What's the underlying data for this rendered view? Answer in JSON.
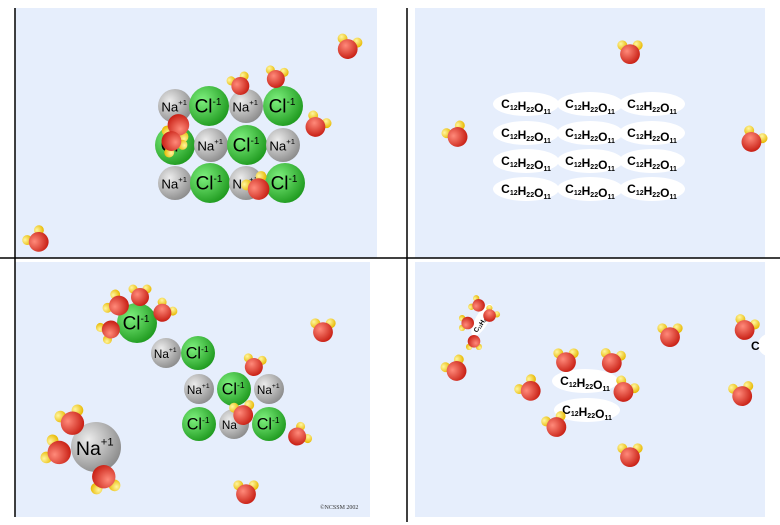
{
  "panels": [
    {
      "id": "salt-crystal",
      "bg": "#e6eefc"
    },
    {
      "id": "sugar-crystal",
      "bg": "#e6eefc"
    },
    {
      "id": "salt-dissolving",
      "bg": "#e6eefc"
    },
    {
      "id": "sugar-dissolving",
      "bg": "#e6eefc"
    }
  ],
  "ions": {
    "sodium_label": "Na",
    "sodium_charge": "+1",
    "chloride_label": "Cl",
    "chloride_charge": "-1"
  },
  "sucrose": {
    "c": "C",
    "c_sub": "12",
    "h": "H",
    "h_sub": "22",
    "o": "O",
    "o_sub": "11",
    "partial_label": "C"
  },
  "credit": "©NCSSM 2002",
  "colors": {
    "sodium": "#a8a8a8",
    "chloride": "#33bb33",
    "oxygen": "#e8382a",
    "hydrogen": "#f4d21a",
    "sucrose_bg": "#ffffff"
  }
}
